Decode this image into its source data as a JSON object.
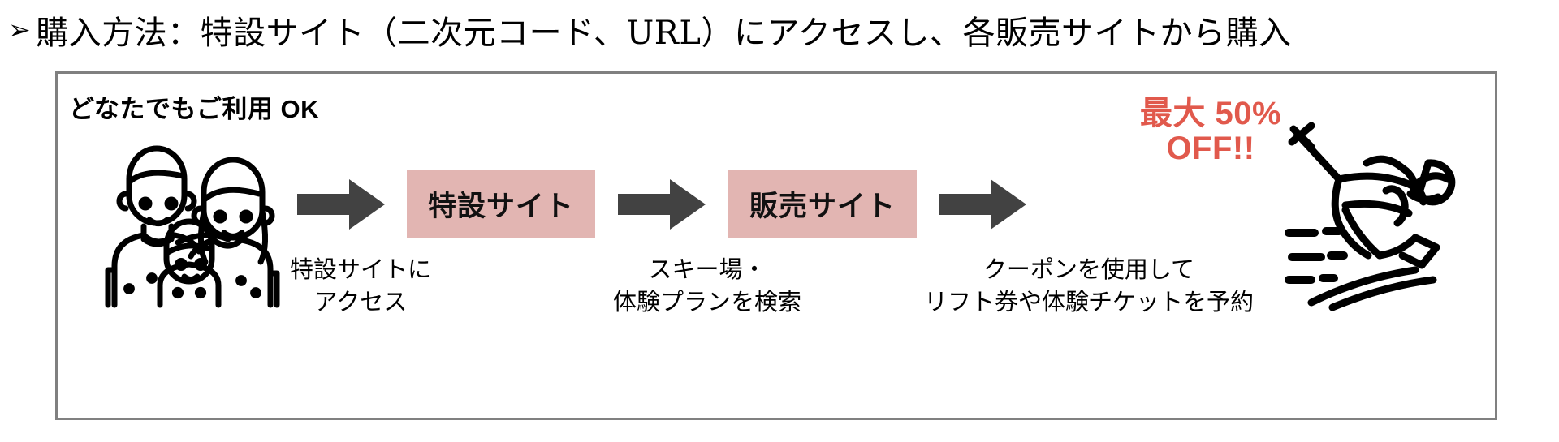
{
  "headline": {
    "bullet": "➢",
    "text": "購入方法：特設サイト（二次元コード、URL）にアクセスし、各販売サイトから購入"
  },
  "panel": {
    "caption": "どなたでもご利用 OK",
    "border_color": "#808080"
  },
  "flow": {
    "arrow_color": "#424242",
    "pill_color": "#e2b5b2",
    "steps": [
      {
        "icon": "family-icon",
        "caption_line1": "特設サイトに",
        "caption_line2": "アクセス"
      },
      {
        "label": "特設サイト",
        "caption_line1": "スキー場・",
        "caption_line2": "体験プランを検索"
      },
      {
        "label": "販売サイト",
        "caption_line1": "クーポンを使用して",
        "caption_line2": "リフト券や体験チケットを予約"
      }
    ]
  },
  "discount": {
    "line1": "最大 50%",
    "line2": "OFF!!",
    "color": "#e1594c"
  }
}
